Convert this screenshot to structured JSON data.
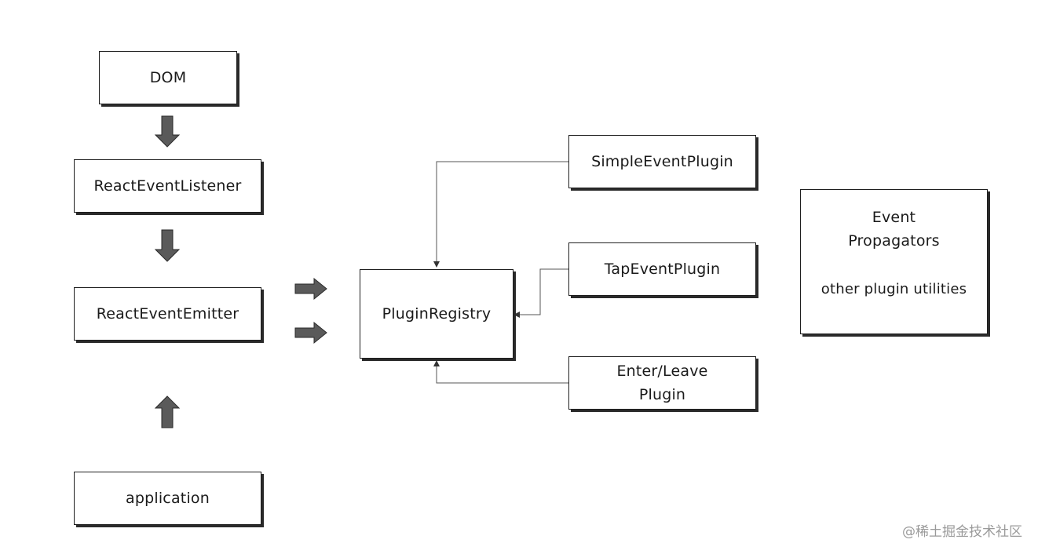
{
  "nodes": {
    "dom": "DOM",
    "react_event_listener": "ReactEventListener",
    "react_event_emitter": "ReactEventEmitter",
    "application": "application",
    "plugin_registry": "PluginRegistry",
    "simple_event_plugin": "SimpleEventPlugin",
    "tap_event_plugin": "TapEventPlugin",
    "enter_leave_plugin": {
      "line1": "Enter/Leave",
      "line2": "Plugin"
    },
    "utilities": {
      "line1": "Event",
      "line2": "Propagators",
      "line3": "other plugin utilities"
    }
  },
  "watermark": "@稀土掘金技术社区",
  "colors": {
    "block_arrow_fill": "#5a5a5a",
    "connector": "#555555"
  }
}
